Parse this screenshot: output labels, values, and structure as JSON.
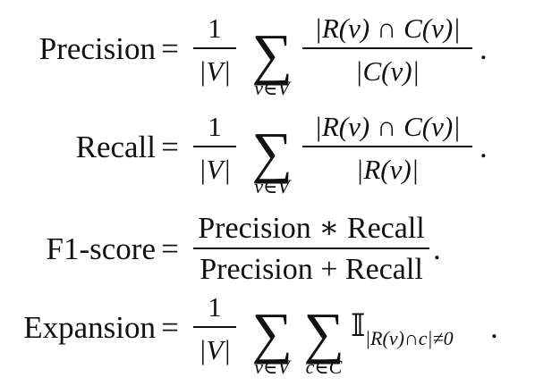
{
  "equations": [
    {
      "id": "precision",
      "label": "Precision",
      "equals": "=",
      "factor_num": "1",
      "factor_den": "|V|",
      "sum_symbol": "∑",
      "sum_sub": "v∈V",
      "frac_num": "|R(v) ∩ C(v)|",
      "frac_den": "|C(v)|",
      "end": "."
    },
    {
      "id": "recall",
      "label": "Recall",
      "equals": "=",
      "factor_num": "1",
      "factor_den": "|V|",
      "sum_symbol": "∑",
      "sum_sub": "v∈V",
      "frac_num": "|R(v) ∩ C(v)|",
      "frac_den": "|R(v)|",
      "end": "."
    },
    {
      "id": "f1",
      "label": "F1-score",
      "equals": "=",
      "frac_num": "Precision ∗ Recall",
      "frac_den": "Precision + Recall",
      "end": "."
    },
    {
      "id": "expansion",
      "label": "Expansion",
      "equals": "=",
      "factor_num": "1",
      "factor_den": "|V|",
      "sum_symbol": "∑",
      "sum_sub": "v∈V",
      "sum2_symbol": "∑",
      "sum2_sub": "c∈C",
      "indicator": "𝕀",
      "indicator_sub": "|R(v)∩c|≠0",
      "end": "."
    }
  ]
}
